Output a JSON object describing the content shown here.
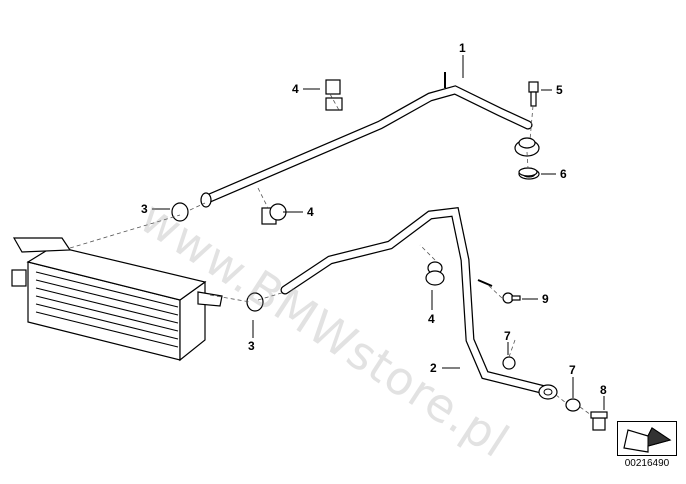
{
  "callouts": {
    "c1": "1",
    "c2": "2",
    "c3a": "3",
    "c3b": "3",
    "c4a": "4",
    "c4b": "4",
    "c4c": "4",
    "c5": "5",
    "c6": "6",
    "c7a": "7",
    "c7b": "7",
    "c8": "8",
    "c9": "9"
  },
  "watermark": "www.BMWstore.pl",
  "document_number": "00216490",
  "icons": {
    "nav": "arrow-right-icon"
  }
}
